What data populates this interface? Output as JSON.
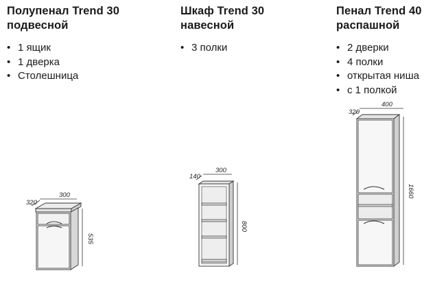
{
  "products": [
    {
      "title_line1": "Полупенал Trend 30",
      "title_line2": "подвесной",
      "features": [
        "1 ящик",
        "1 дверка",
        "Столешница"
      ],
      "dims": {
        "depth": "320",
        "width": "300",
        "height": "535"
      }
    },
    {
      "title_line1": "Шкаф Trend 30",
      "title_line2": "навесной",
      "features": [
        "3 полки"
      ],
      "dims": {
        "depth": "140",
        "width": "300",
        "height": "800"
      }
    },
    {
      "title_line1": "Пенал Trend 40",
      "title_line2": "распашной",
      "features": [
        "2 дверки",
        "4 полки",
        "открытая ниша",
        "с 1 полкой"
      ],
      "dims": {
        "depth": "320",
        "width": "400",
        "height": "1660"
      }
    }
  ],
  "colors": {
    "text": "#1a1a1a",
    "line": "#333333",
    "body_fill": "#f6f6f6",
    "shadow": "#d0d0d0"
  }
}
